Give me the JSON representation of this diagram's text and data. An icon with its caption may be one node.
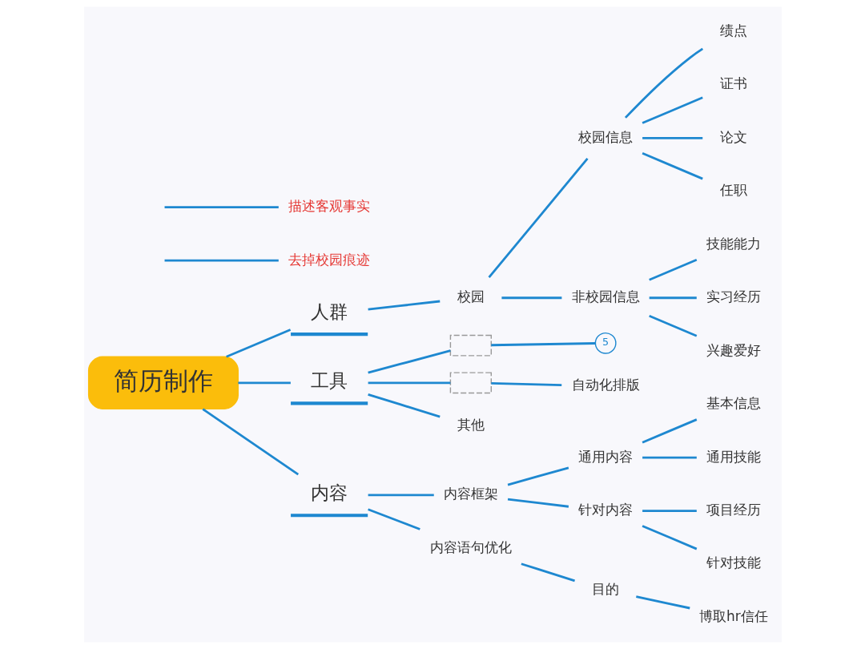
{
  "diagram": {
    "nodes": [
      {
        "text": [
          "简历制作"
        ]
      },
      {
        "text": [
          "人群"
        ]
      },
      {
        "text": [
          "去掉校园痕迹"
        ]
      },
      {
        "text": [
          "校园"
        ]
      },
      {
        "text": [
          "校园信息"
        ]
      },
      {
        "text": [
          "绩点"
        ]
      },
      {
        "text": [
          "证书"
        ]
      },
      {
        "text": [
          "论文"
        ]
      },
      {
        "text": [
          "任职"
        ]
      },
      {
        "text": [
          "非校园信息"
        ]
      },
      {
        "text": [
          "技能能力"
        ]
      },
      {
        "text": [
          "实习经历"
        ]
      },
      {
        "text": [
          "兴趣爱好"
        ]
      },
      {
        "text": [
          "工具"
        ]
      },
      {
        "text": [],
        "shape": "box"
      },
      {
        "text": [
          "5"
        ]
      },
      {
        "text": [],
        "shape": "box"
      },
      {
        "text": [
          "自动化排版"
        ]
      },
      {
        "text": [
          "其他"
        ]
      },
      {
        "text": [
          "内容"
        ]
      },
      {
        "text": [
          "内容框架"
        ]
      },
      {
        "text": [
          "通用内容"
        ]
      },
      {
        "text": [
          "基本信息"
        ]
      },
      {
        "text": [
          "通用技能"
        ]
      },
      {
        "text": [
          "针对内容"
        ]
      },
      {
        "text": [
          "项目经历"
        ]
      },
      {
        "text": [
          "针对技能"
        ]
      },
      {
        "text": [
          "内容语句优化"
        ]
      },
      {
        "text": [
          "目的"
        ]
      },
      {
        "text": [
          "博取hr信任"
        ]
      },
      {
        "text": [
          "描述客观事实"
        ]
      }
    ],
    "edges": [
      {
        "from": 0,
        "to": 1,
        "arrow": "none"
      },
      {
        "from": null,
        "to": 2,
        "arrow": "none"
      },
      {
        "from": 1,
        "to": 3,
        "arrow": "none"
      },
      {
        "from": 3,
        "to": 4,
        "arrow": "none"
      },
      {
        "from": 4,
        "to": 5,
        "arrow": "none"
      },
      {
        "from": 4,
        "to": 6,
        "arrow": "none"
      },
      {
        "from": 4,
        "to": 7,
        "arrow": "none"
      },
      {
        "from": 4,
        "to": 8,
        "arrow": "none"
      },
      {
        "from": 3,
        "to": 9,
        "arrow": "none"
      },
      {
        "from": 9,
        "to": 10,
        "arrow": "none"
      },
      {
        "from": 9,
        "to": 11,
        "arrow": "none"
      },
      {
        "from": 9,
        "to": 12,
        "arrow": "none"
      },
      {
        "from": 0,
        "to": 13,
        "arrow": "none"
      },
      {
        "from": 13,
        "to": 14,
        "arrow": "none"
      },
      {
        "from": 14,
        "to": 15,
        "arrow": "none"
      },
      {
        "from": 13,
        "to": 16,
        "arrow": "none"
      },
      {
        "from": 16,
        "to": 17,
        "arrow": "none"
      },
      {
        "from": 13,
        "to": 18,
        "arrow": "none"
      },
      {
        "from": 0,
        "to": 19,
        "arrow": "none"
      },
      {
        "from": 19,
        "to": 20,
        "arrow": "none"
      },
      {
        "from": 20,
        "to": 21,
        "arrow": "none"
      },
      {
        "from": 21,
        "to": 22,
        "arrow": "none"
      },
      {
        "from": 21,
        "to": 23,
        "arrow": "none"
      },
      {
        "from": 20,
        "to": 24,
        "arrow": "none"
      },
      {
        "from": 24,
        "to": 25,
        "arrow": "none"
      },
      {
        "from": 24,
        "to": 26,
        "arrow": "none"
      },
      {
        "from": 19,
        "to": 27,
        "arrow": "none"
      },
      {
        "from": 27,
        "to": 28,
        "arrow": "none"
      },
      {
        "from": 28,
        "to": 29,
        "arrow": "none"
      },
      {
        "from": null,
        "to": 30,
        "arrow": "none"
      }
    ]
  }
}
